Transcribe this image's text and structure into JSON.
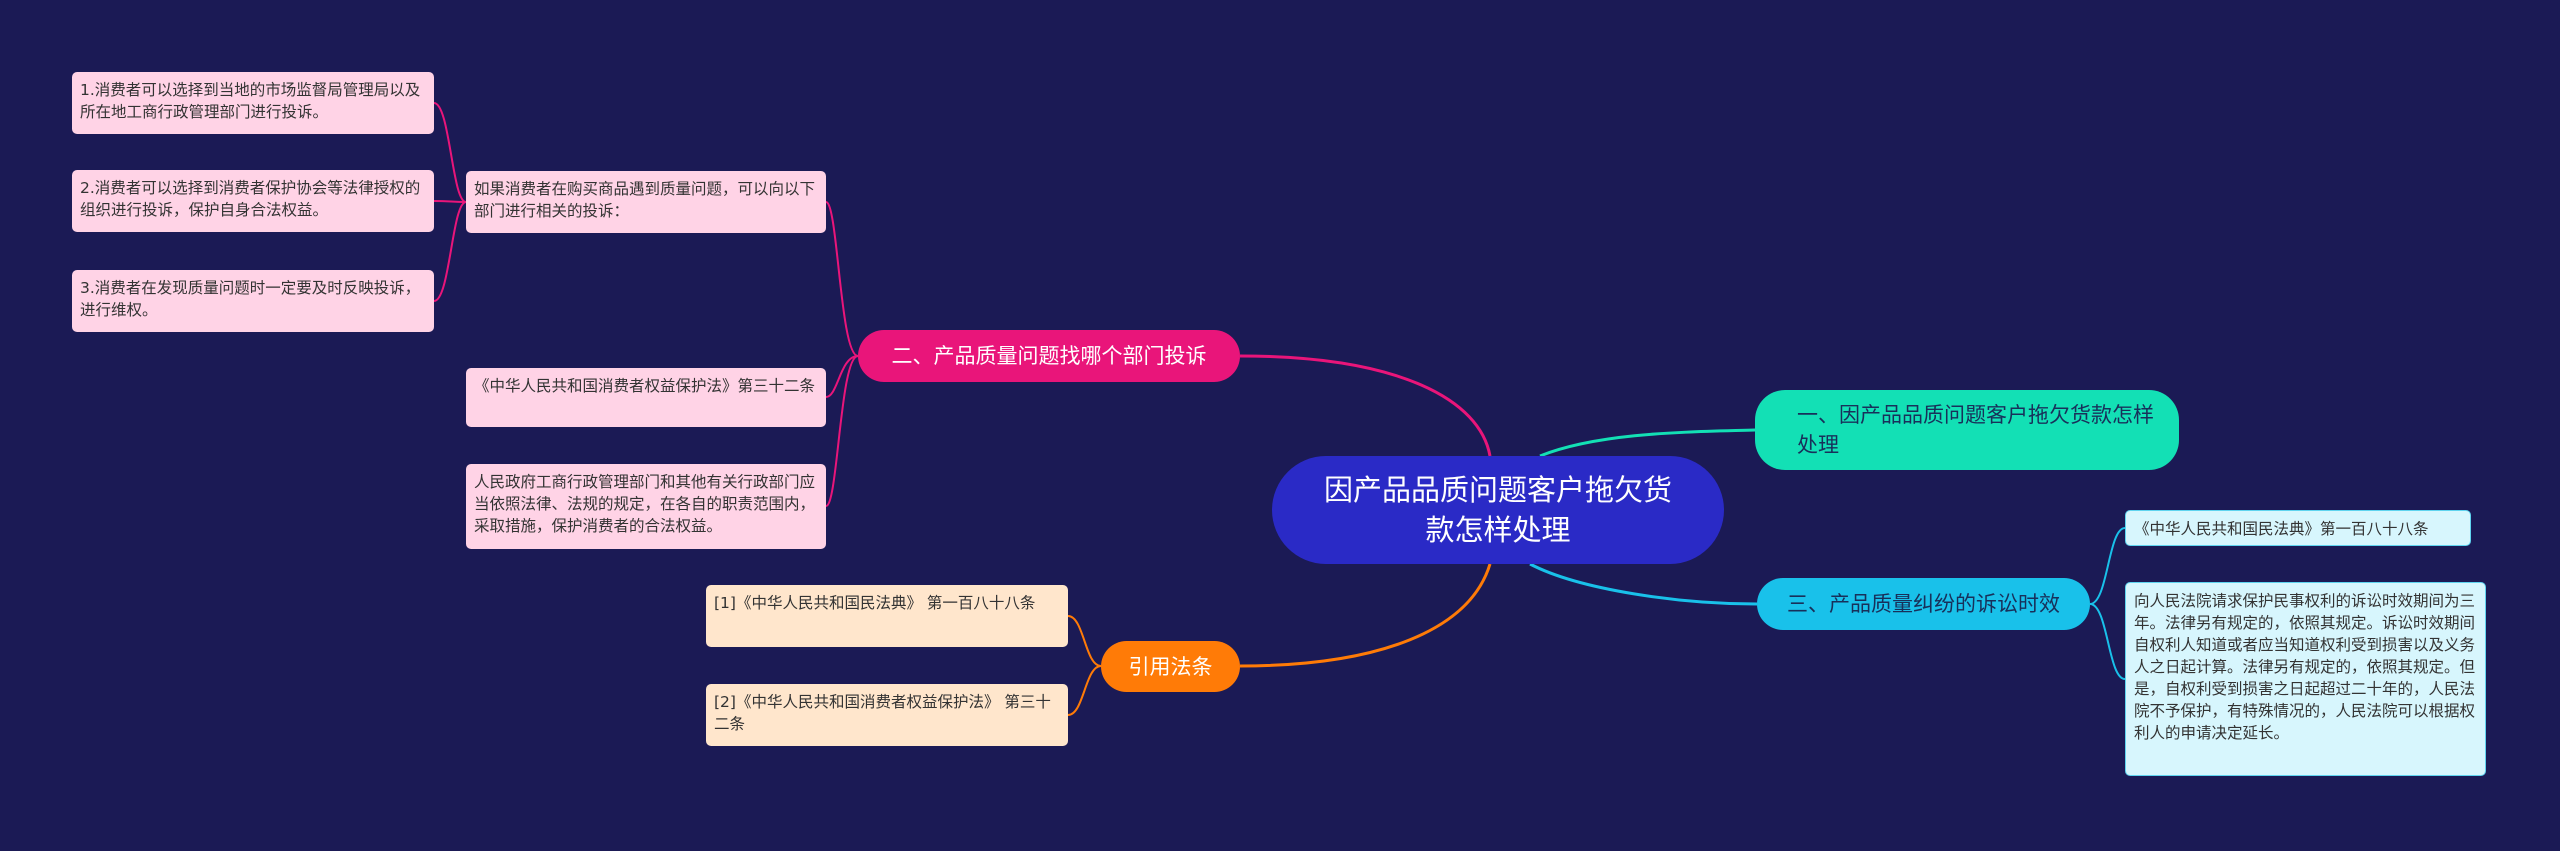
{
  "root": {
    "label": "因产品品质问题客户拖欠货款怎样处理"
  },
  "branches": {
    "b1": "一、因产品品质问题客户拖欠货款怎样处理",
    "b2": "二、产品质量问题找哪个部门投诉",
    "b3": "三、产品质量纠纷的诉讼时效",
    "b4": "引用法条"
  },
  "leaves": {
    "l1": "1.消费者可以选择到当地的市场监督局管理局以及所在地工商行政管理部门进行投诉。",
    "l2": "2.消费者可以选择到消费者保护协会等法律授权的组织进行投诉，保护自身合法权益。",
    "l3": "3.消费者在发现质量问题时一定要及时反映投诉，进行维权。",
    "l4": "如果消费者在购买商品遇到质量问题，可以向以下部门进行相关的投诉：",
    "l5": "《中华人民共和国消费者权益保护法》第三十二条",
    "l6": "人民政府工商行政管理部门和其他有关行政部门应当依照法律、法规的规定，在各自的职责范围内，采取措施，保护消费者的合法权益。",
    "l7": "[1]《中华人民共和国民法典》 第一百八十八条",
    "l8": "[2]《中华人民共和国消费者权益保护法》 第三十二条",
    "l9": "《中华人民共和国民法典》第一百八十八条",
    "l10": "向人民法院请求保护民事权利的诉讼时效期间为三年。法律另有规定的，依照其规定。诉讼时效期间自权利人知道或者应当知道权利受到损害以及义务人之日起计算。法律另有规定的，依照其规定。但是，自权利受到损害之日起超过二十年的，人民法院不予保护，有特殊情况的，人民法院可以根据权利人的申请决定延长。"
  },
  "colors": {
    "background": "#1b1a55",
    "root": "#2a2ac6",
    "branch_1": "#13e0b5",
    "branch_2": "#e9157a",
    "branch_3": "#19c1ea",
    "branch_4": "#ff7b07"
  }
}
